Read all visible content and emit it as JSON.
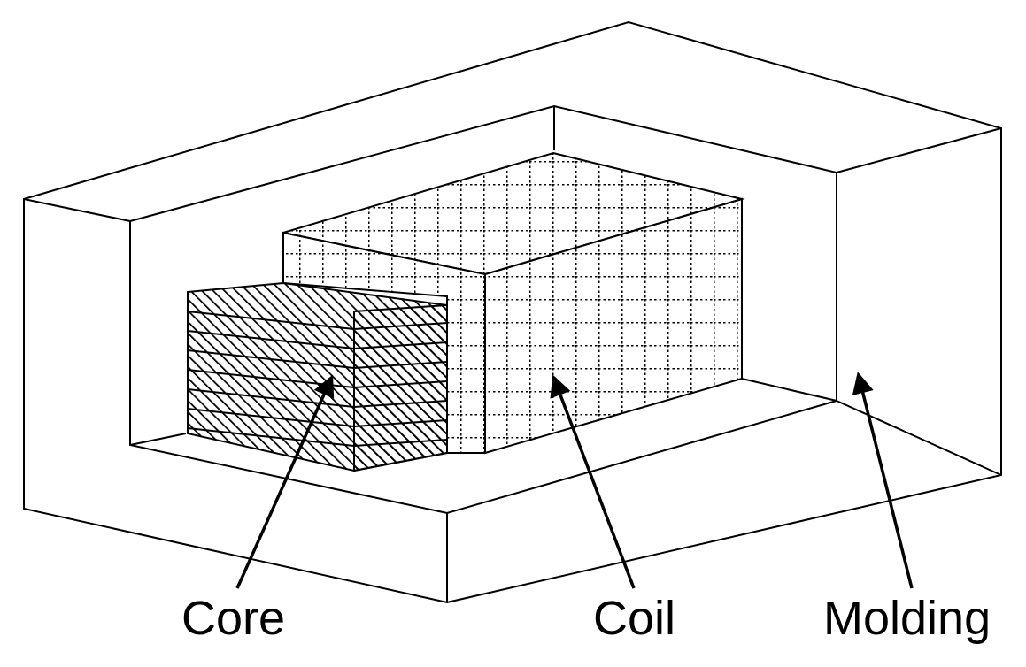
{
  "labels": {
    "core": "Core",
    "coil": "Coil",
    "molding": "Molding"
  },
  "colors": {
    "stroke": "#000000",
    "background": "#ffffff"
  }
}
